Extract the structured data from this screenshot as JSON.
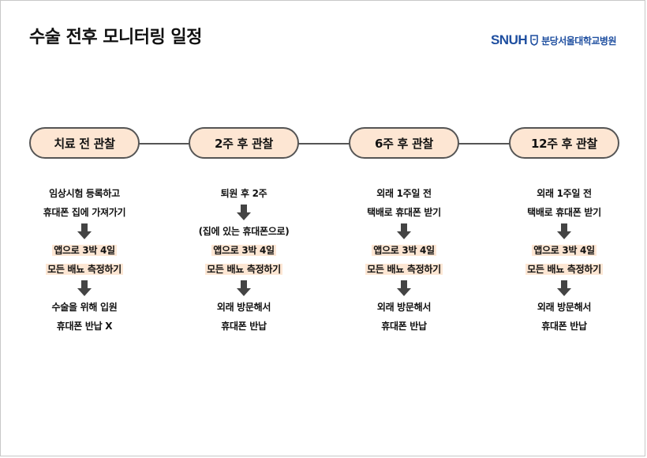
{
  "header": {
    "title": "수술 전후 모니터링 일정",
    "logo": {
      "mark": "SNUH",
      "name": "분당서울대학교병원",
      "color": "#1f4fa0"
    }
  },
  "colors": {
    "stage_fill": "#fde6d3",
    "line": "#555555",
    "arrow": "#444444"
  },
  "stages": [
    {
      "label": "치료 전 관찰",
      "steps": [
        {
          "lines": [
            "임상시험 등록하고",
            "휴대폰 집에 가져가기"
          ]
        },
        {
          "lines": [
            "앱으로 3박 4일",
            "모든 배뇨 측정하기"
          ],
          "highlight": true
        },
        {
          "lines": [
            "수술을 위해 입원",
            "휴대폰 반납 X"
          ]
        }
      ]
    },
    {
      "label": "2주 후 관찰",
      "steps": [
        {
          "lines": [
            "퇴원 후 2주"
          ]
        },
        {
          "lines": [
            "(집에 있는 휴대폰으로)",
            "앱으로 3박 4일",
            "모든 배뇨 측정하기"
          ],
          "highlight_from": 1
        },
        {
          "lines": [
            "외래 방문해서",
            "휴대폰 반납"
          ]
        }
      ]
    },
    {
      "label": "6주 후 관찰",
      "steps": [
        {
          "lines": [
            "외래 1주일 전",
            "택배로 휴대폰 받기"
          ]
        },
        {
          "lines": [
            "앱으로 3박 4일",
            "모든 배뇨 측정하기"
          ],
          "highlight": true
        },
        {
          "lines": [
            "외래 방문해서",
            "휴대폰 반납"
          ]
        }
      ]
    },
    {
      "label": "12주 후 관찰",
      "steps": [
        {
          "lines": [
            "외래 1주일 전",
            "택배로 휴대폰 받기"
          ]
        },
        {
          "lines": [
            "앱으로 3박 4일",
            "모든 배뇨 측정하기"
          ],
          "highlight": true
        },
        {
          "lines": [
            "외래 방문해서",
            "휴대폰 반납"
          ]
        }
      ]
    }
  ]
}
